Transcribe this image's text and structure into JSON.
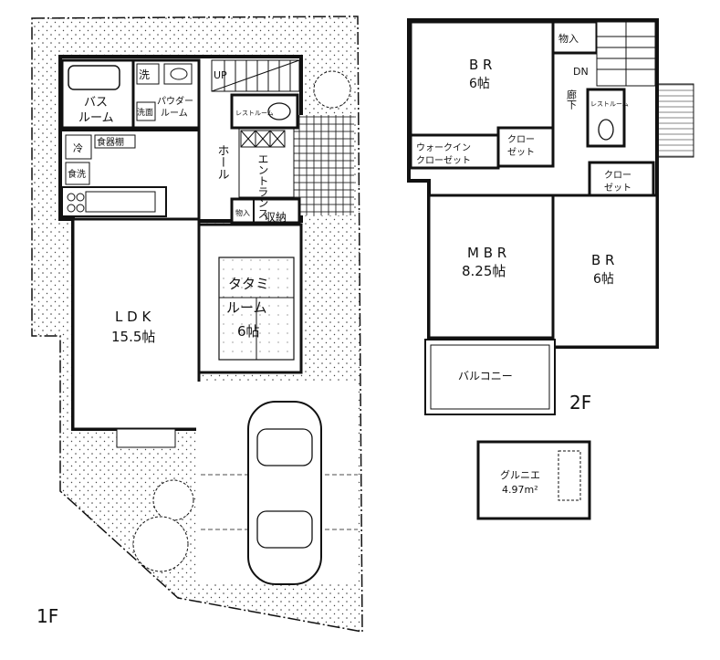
{
  "floor1": {
    "label": "1F",
    "rooms": {
      "wash": "洗",
      "bath_line1": "バス",
      "bath_line2": "ルーム",
      "washer": "洗面",
      "powder_line1": "パウダー",
      "powder_line2": "ルーム",
      "up": "UP",
      "restroom": "レストルーム",
      "cupboard": "食器棚",
      "fridge": "冷",
      "dishwasher": "食洗",
      "hall": "ホール",
      "entrance": "エントランス",
      "storage_small": "物入",
      "storage": "収納",
      "tatami_line1": "タタミ",
      "tatami_line2": "ルーム",
      "tatami_size": "6帖",
      "ldk_name": "L D K",
      "ldk_size": "15.5帖"
    }
  },
  "floor2": {
    "label": "2F",
    "rooms": {
      "br1_name": "B R",
      "br1_size": "6帖",
      "storage": "物入",
      "dn": "DN",
      "corridor": "廊下",
      "restroom": "レストルーム",
      "wic_line1": "ウォークイン",
      "wic_line2": "クローゼット",
      "closet_line1": "クロー",
      "closet_line2": "ゼット",
      "closet2_line1": "クロー",
      "closet2_line2": "ゼット",
      "mbr_name": "M B R",
      "mbr_size": "8.25帖",
      "br2_name": "B R",
      "br2_size": "6帖",
      "balcony": "バルコニー"
    }
  },
  "annex": {
    "name": "グルニエ",
    "area": "4.97m²"
  }
}
